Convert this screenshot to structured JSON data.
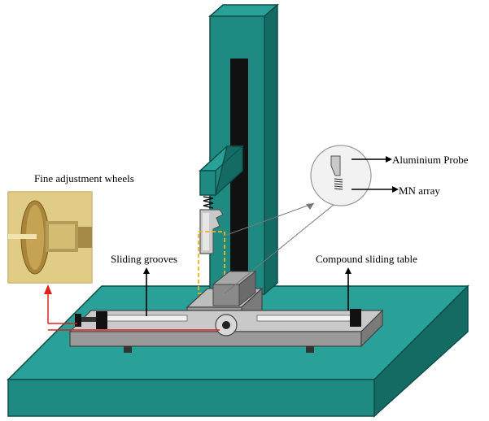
{
  "labels": {
    "fine_adjustment": "Fine adjustment wheels",
    "sliding_grooves": "Sliding grooves",
    "compound_table": "Compound sliding table",
    "aluminium_probe": "Aluminium Probe",
    "mn_array": "MN array"
  },
  "colors": {
    "teal": "#1f8a82",
    "teal_dark": "#146b64",
    "teal_light": "#2aa198",
    "black": "#111111",
    "grey": "#8c8c8c",
    "grey_light": "#c9c9c9",
    "red": "#e0201b",
    "orange_dash": "#f2b21c",
    "brass": "#c8a24a"
  }
}
